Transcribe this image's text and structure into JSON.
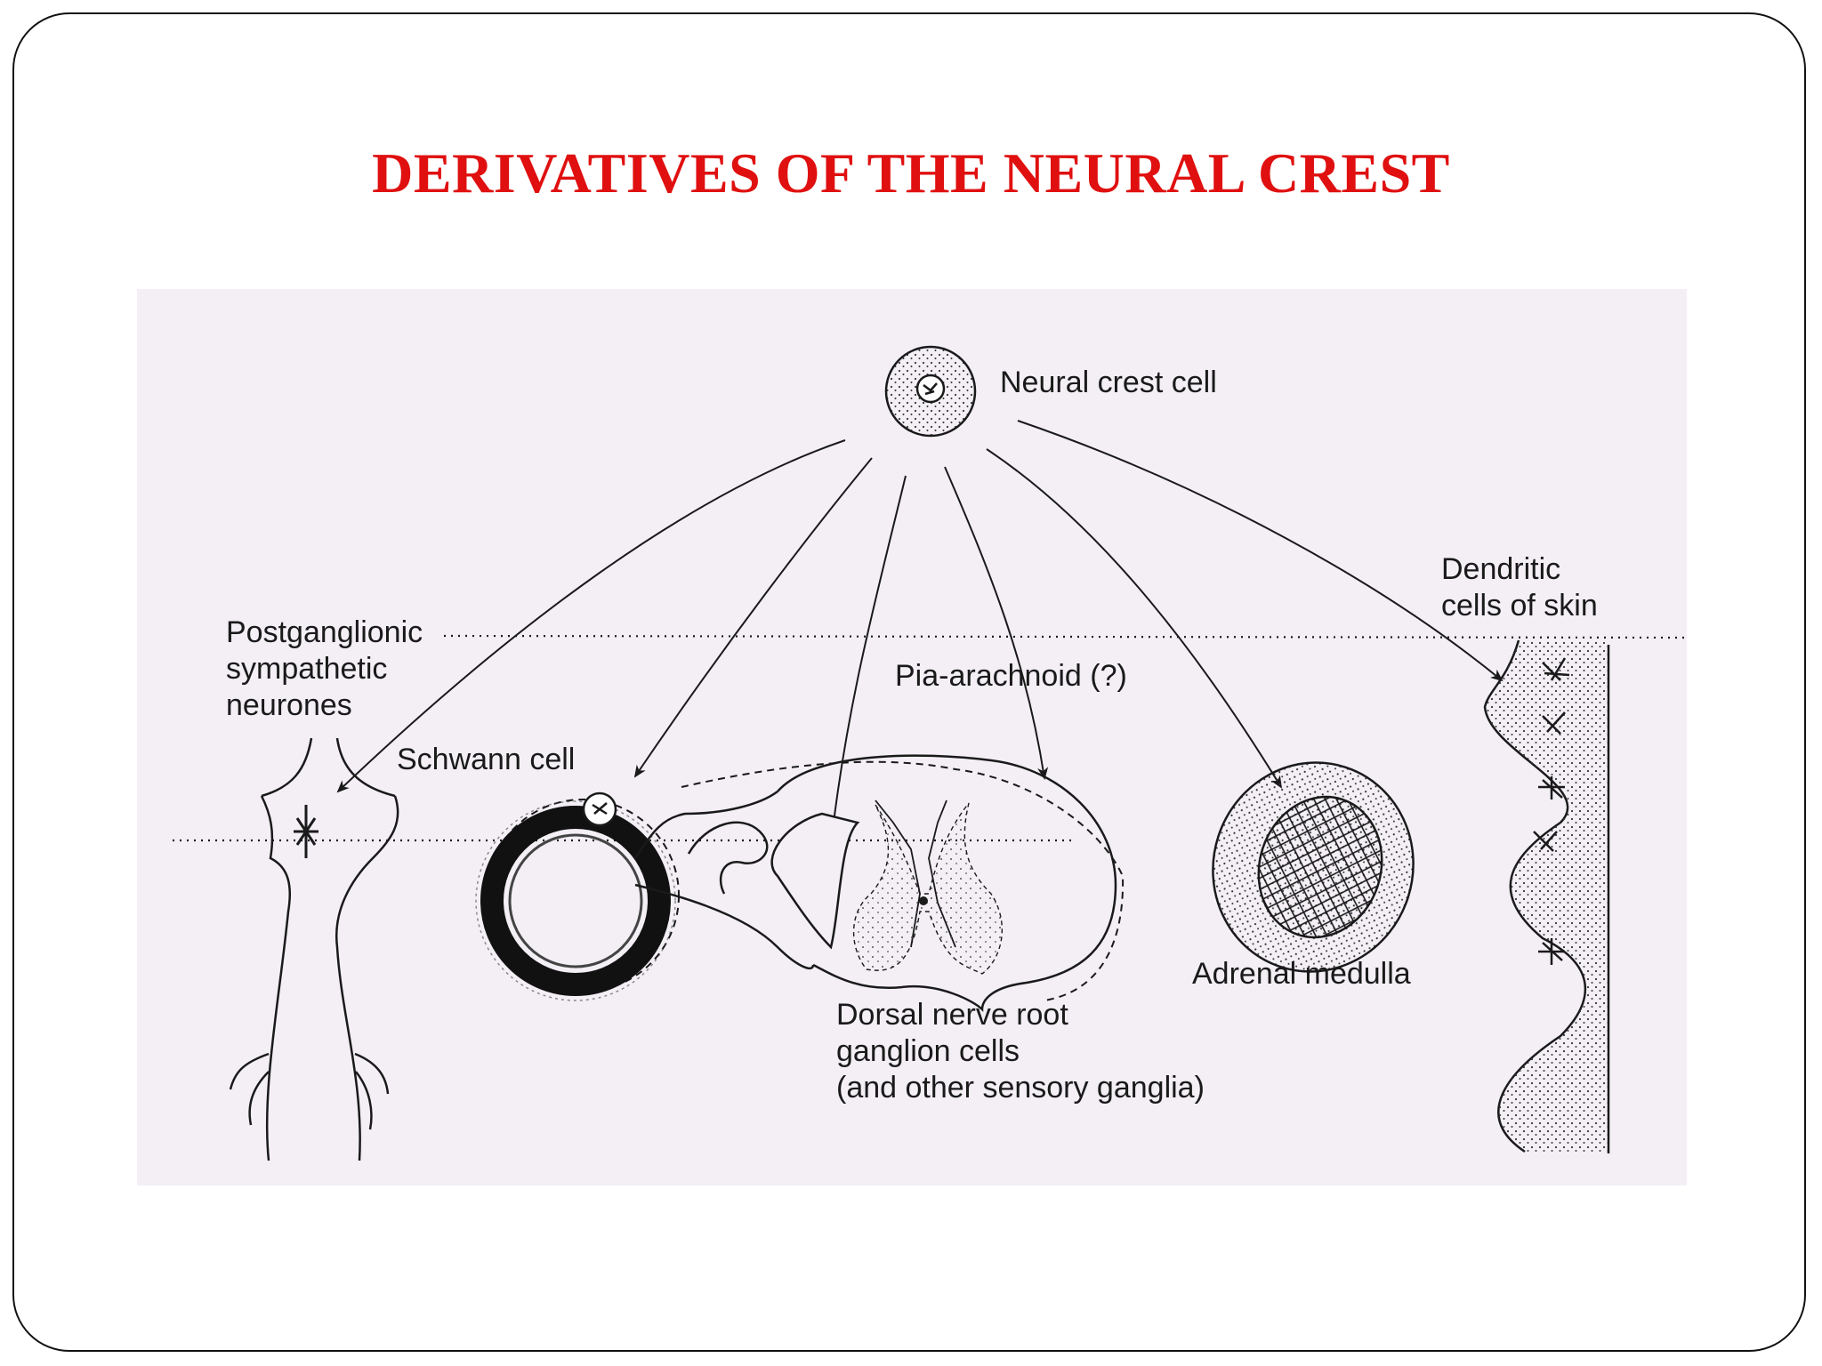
{
  "title": "DERIVATIVES OF THE NEURAL CREST",
  "colors": {
    "title": "#e01010",
    "panel_background": "#f3eff5",
    "ink": "#1a1a1a"
  },
  "diagram": {
    "source": "Neural crest cell",
    "derivatives": [
      {
        "id": "sympathetic",
        "lines": [
          "Postganglionic",
          "sympathetic",
          "neurones"
        ]
      },
      {
        "id": "schwann",
        "lines": [
          "Schwann cell"
        ]
      },
      {
        "id": "pia",
        "lines": [
          "Pia-arachnoid (?)"
        ]
      },
      {
        "id": "dorsal",
        "lines": [
          "Dorsal nerve root",
          "ganglion cells",
          "(and other sensory ganglia)"
        ]
      },
      {
        "id": "adrenal",
        "lines": [
          "Adrenal medulla"
        ]
      },
      {
        "id": "dendritic",
        "lines": [
          "Dendritic",
          "cells of skin"
        ]
      }
    ]
  }
}
